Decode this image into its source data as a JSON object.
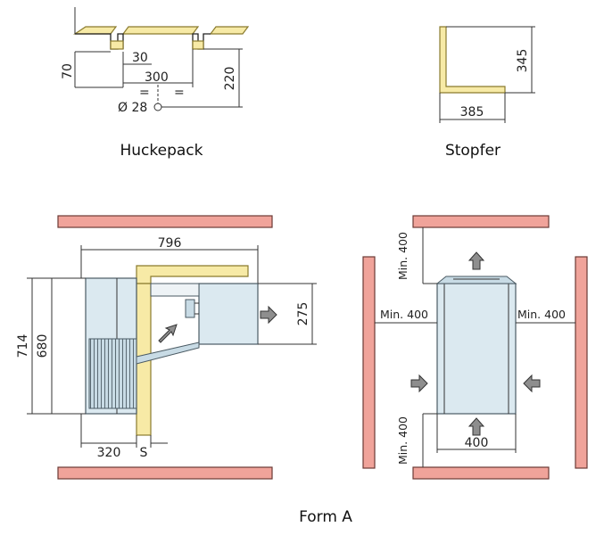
{
  "captions": {
    "huckepack": "Huckepack",
    "stopfer": "Stopfer",
    "form": "Form A"
  },
  "huckepack_dims": {
    "d70": "70",
    "d30": "30",
    "d300": "300",
    "d220": "220",
    "equal_left": "=",
    "equal_right": "=",
    "diameter": "Ø 28"
  },
  "stopfer_dims": {
    "d345": "345",
    "d385": "385"
  },
  "side_view_dims": {
    "d796": "796",
    "d714": "714",
    "d680": "680",
    "d275": "275",
    "d320": "320",
    "s": "S"
  },
  "top_view_dims": {
    "min_top": "Min. 400",
    "min_left": "Min. 400",
    "min_right": "Min. 400",
    "min_bottom": "Min. 400",
    "d400": "400"
  },
  "colors": {
    "wall": "#f0a39a",
    "insulation": "#f7eaa6",
    "unit": "#dbe9f0",
    "arrow": "#8e8e8e"
  }
}
